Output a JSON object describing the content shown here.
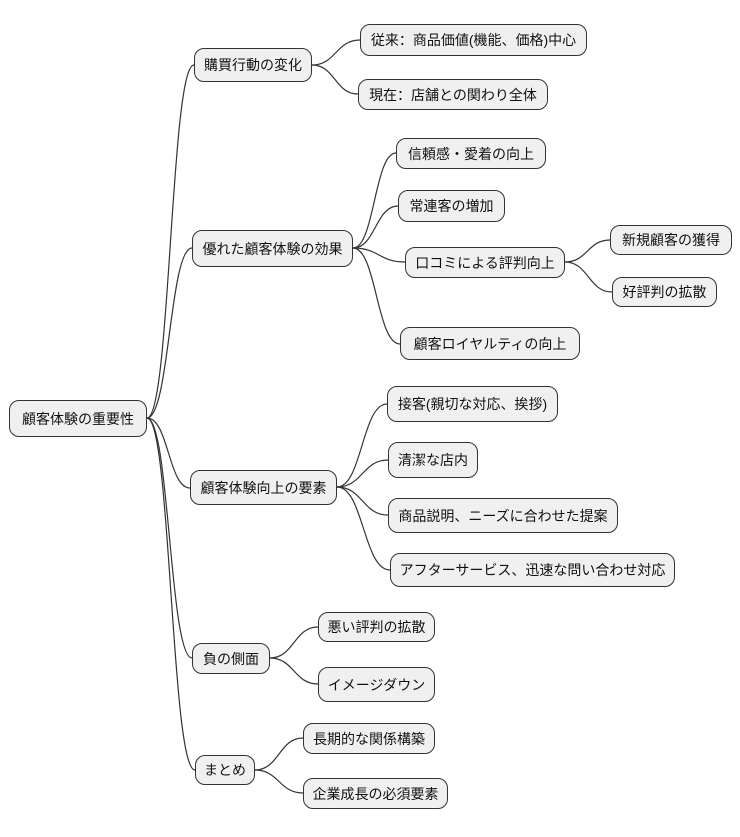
{
  "theme": {
    "background": "#ffffff",
    "node_fill": "#f0f0f0",
    "node_border": "#333333",
    "edge_color": "#333333",
    "text_color": "#111111"
  },
  "mindmap": {
    "type": "mindmap",
    "root": {
      "label": "顧客体験の重要性",
      "children": [
        {
          "label": "購買行動の変化",
          "children": [
            {
              "label": "従来：商品価値(機能、価格)中心"
            },
            {
              "label": "現在：店舗との関わり全体"
            }
          ]
        },
        {
          "label": "優れた顧客体験の効果",
          "children": [
            {
              "label": "信頼感・愛着の向上"
            },
            {
              "label": "常連客の増加"
            },
            {
              "label": "口コミによる評判向上",
              "children": [
                {
                  "label": "新規顧客の獲得"
                },
                {
                  "label": "好評判の拡散"
                }
              ]
            },
            {
              "label": "顧客ロイヤルティの向上"
            }
          ]
        },
        {
          "label": "顧客体験向上の要素",
          "children": [
            {
              "label": "接客(親切な対応、挨拶)"
            },
            {
              "label": "清潔な店内"
            },
            {
              "label": "商品説明、ニーズに合わせた提案"
            },
            {
              "label": "アフターサービス、迅速な問い合わせ対応"
            }
          ]
        },
        {
          "label": "負の側面",
          "children": [
            {
              "label": "悪い評判の拡散"
            },
            {
              "label": "イメージダウン"
            }
          ]
        },
        {
          "label": "まとめ",
          "children": [
            {
              "label": "長期的な関係構築"
            },
            {
              "label": "企業成長の必須要素"
            }
          ]
        }
      ]
    }
  }
}
